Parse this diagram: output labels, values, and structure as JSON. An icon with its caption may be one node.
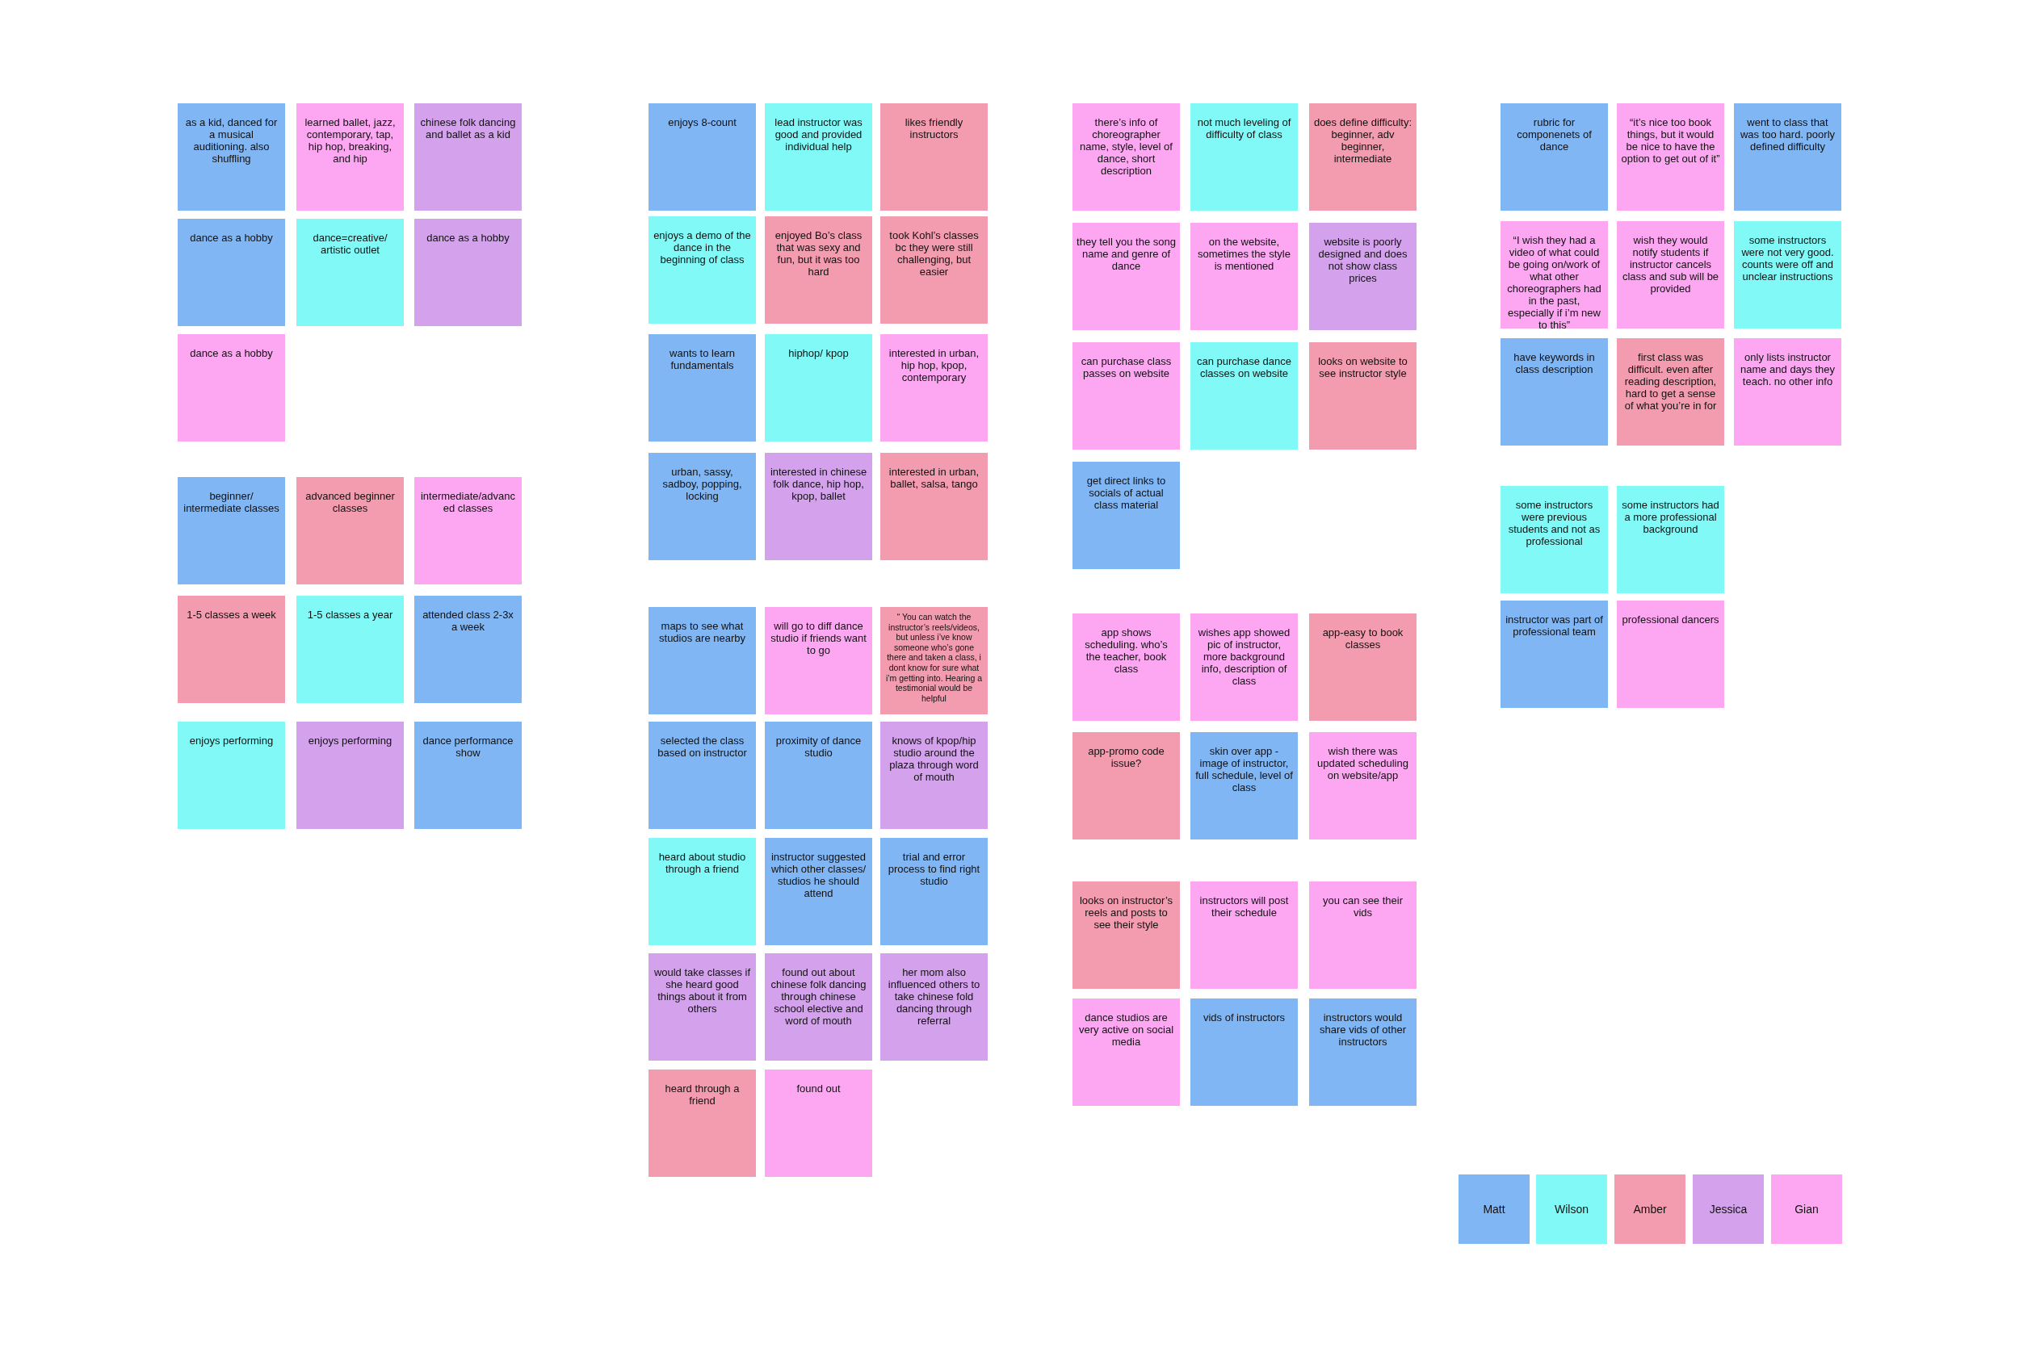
{
  "diagram": {
    "nodes": [
      {
        "text": [
          "as a kid, danced for a musical auditioning. also shuffling"
        ]
      },
      {
        "text": [
          "learned ballet, jazz, contemporary, tap, hip hop, breaking, and hip"
        ]
      },
      {
        "text": [
          "chinese folk dancing and ballet as a kid"
        ]
      },
      {
        "text": [
          "dance as a hobby"
        ]
      },
      {
        "text": [
          "dance=creative/ artistic outlet"
        ]
      },
      {
        "text": [
          "dance as a hobby"
        ]
      },
      {
        "text": [
          "dance as a hobby"
        ]
      },
      {
        "text": [
          "beginner/ intermediate classes"
        ]
      },
      {
        "text": [
          "advanced beginner classes"
        ]
      },
      {
        "text": [
          "intermediate/advanced classes"
        ]
      },
      {
        "text": [
          "1-5 classes a week"
        ]
      },
      {
        "text": [
          "1-5 classes a year"
        ]
      },
      {
        "text": [
          "attended class 2-3x a week"
        ]
      },
      {
        "text": [
          "enjoys performing"
        ]
      },
      {
        "text": [
          "enjoys performing"
        ]
      },
      {
        "text": [
          "dance performance show"
        ]
      },
      {
        "text": [
          "enjoys 8-count"
        ]
      },
      {
        "text": [
          "lead instructor was good and provided individual help"
        ]
      },
      {
        "text": [
          "likes friendly instructors"
        ]
      },
      {
        "text": [
          "enjoys a demo of the dance in the beginning of class"
        ]
      },
      {
        "text": [
          "enjoyed Bo’s class that was sexy and fun, but it was too hard"
        ]
      },
      {
        "text": [
          "took Kohl’s classes bc they were still challenging, but easier"
        ]
      },
      {
        "text": [
          "wants to learn fundamentals"
        ]
      },
      {
        "text": [
          "hiphop/ kpop"
        ]
      },
      {
        "text": [
          "interested in urban, hip hop, kpop, contemporary"
        ]
      },
      {
        "text": [
          "urban, sassy, sadboy, popping, locking"
        ]
      },
      {
        "text": [
          "interested in chinese folk dance, hip hop, kpop, ballet"
        ]
      },
      {
        "text": [
          "interested in urban, ballet, salsa, tango"
        ]
      },
      {
        "text": [
          "maps to see what studios are nearby"
        ]
      },
      {
        "text": [
          "will go to diff dance studio if friends want to go"
        ]
      },
      {
        "text": [
          "“ You can watch the instructor’s reels/videos, but unless i’ve know someone who’s gone there and taken a class, i dont know for sure what i’m getting into. Hearing a testimonial would be helpful"
        ]
      },
      {
        "text": [
          "selected the class based on instructor"
        ]
      },
      {
        "text": [
          "proximity of dance studio"
        ]
      },
      {
        "text": [
          "knows of kpop/hip studio around the plaza through word of mouth"
        ]
      },
      {
        "text": [
          "heard about studio through a friend"
        ]
      },
      {
        "text": [
          "instructor suggested which other classes/ studios he should attend"
        ]
      },
      {
        "text": [
          "trial and error process to find right studio"
        ]
      },
      {
        "text": [
          "would take classes if she heard good things about it from others"
        ]
      },
      {
        "text": [
          "found out about chinese folk dancing through chinese school elective and word of mouth"
        ]
      },
      {
        "text": [
          "her mom also influenced others to take chinese fold dancing through referral"
        ]
      },
      {
        "text": [
          "heard through a friend"
        ]
      },
      {
        "text": [
          "found out"
        ]
      },
      {
        "text": [
          "there’s info of choreographer name, style, level of dance, short description"
        ]
      },
      {
        "text": [
          "not much leveling of difficulty of class"
        ]
      },
      {
        "text": [
          "does define difficulty: beginner, adv beginner, intermediate"
        ]
      },
      {
        "text": [
          "they tell you the song name and genre of dance"
        ]
      },
      {
        "text": [
          "on the website, sometimes the style is mentioned"
        ]
      },
      {
        "text": [
          "website is poorly designed and does not show class prices"
        ]
      },
      {
        "text": [
          "can purchase class passes on website"
        ]
      },
      {
        "text": [
          "can purchase dance classes on website"
        ]
      },
      {
        "text": [
          "looks on website to see instructor style"
        ]
      },
      {
        "text": [
          "get direct links to socials of actual class material"
        ]
      },
      {
        "text": [
          "app shows scheduling. who’s the teacher, book class"
        ]
      },
      {
        "text": [
          "wishes app showed pic of instructor, more background info, description of class"
        ]
      },
      {
        "text": [
          "app-easy to book classes"
        ]
      },
      {
        "text": [
          "app-promo code issue?"
        ]
      },
      {
        "text": [
          "skin over app - image of instructor, full schedule, level of class"
        ]
      },
      {
        "text": [
          "wish there was updated scheduling on website/app"
        ]
      },
      {
        "text": [
          "looks on instructor’s reels and posts to see their style"
        ]
      },
      {
        "text": [
          "instructors will post their schedule"
        ]
      },
      {
        "text": [
          "you can see their vids"
        ]
      },
      {
        "text": [
          "dance studios are very active on social media"
        ]
      },
      {
        "text": [
          "vids of instructors"
        ]
      },
      {
        "text": [
          "instructors would share vids of other instructors"
        ]
      },
      {
        "text": [
          "rubric for componenets of dance"
        ]
      },
      {
        "text": [
          "“it’s nice too book things, but it would be nice to have the option to get out of it”"
        ]
      },
      {
        "text": [
          "went to class that was too hard. poorly defined difficulty"
        ]
      },
      {
        "text": [
          "“I wish they had a video of what could be going on/work of what other choreographers had in the past, especially if i’m new to this”"
        ]
      },
      {
        "text": [
          "wish they would notify students if instructor cancels class and sub will be provided"
        ]
      },
      {
        "text": [
          "some instructors were not very good. counts were off and unclear instructions"
        ]
      },
      {
        "text": [
          "have keywords in class description"
        ]
      },
      {
        "text": [
          "first class was difficult. even after reading description, hard to get a sense of what you’re in for"
        ]
      },
      {
        "text": [
          "only lists instructor name and days they teach. no other info"
        ]
      },
      {
        "text": [
          "some instructors were previous students and not as professional"
        ]
      },
      {
        "text": [
          "some instructors had a more professional background"
        ]
      },
      {
        "text": [
          "instructor was part of professional team"
        ]
      },
      {
        "text": [
          "professional dancers"
        ]
      }
    ],
    "legend": [
      {
        "text": "Matt",
        "color": "#80b6f4"
      },
      {
        "text": "Wilson",
        "color": "#80f9f7"
      },
      {
        "text": "Amber",
        "color": "#f39caf"
      },
      {
        "text": "Jessica",
        "color": "#d4a2ec"
      },
      {
        "text": "Gian",
        "color": "#fda7f2"
      }
    ]
  }
}
